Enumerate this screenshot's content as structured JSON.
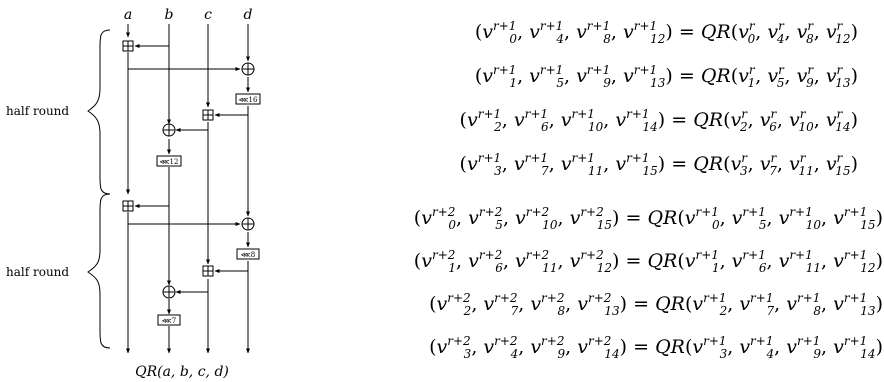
{
  "diagram": {
    "columns": [
      "a",
      "b",
      "c",
      "d"
    ],
    "side_label": "half round",
    "rotation_labels": [
      "⋘16",
      "⋘12",
      "⋘8",
      "⋘7"
    ],
    "caption": "QR(a, b, c, d)",
    "add_op_icon": "boxed-plus",
    "xor_op_icon": "circled-plus"
  },
  "equations": {
    "group1": [
      {
        "lhs": [
          [
            "0",
            "r+1"
          ],
          [
            "4",
            "r+1"
          ],
          [
            "8",
            "r+1"
          ],
          [
            "12",
            "r+1"
          ]
        ],
        "rhs": [
          [
            "0",
            "r"
          ],
          [
            "4",
            "r"
          ],
          [
            "8",
            "r"
          ],
          [
            "12",
            "r"
          ]
        ]
      },
      {
        "lhs": [
          [
            "1",
            "r+1"
          ],
          [
            "5",
            "r+1"
          ],
          [
            "9",
            "r+1"
          ],
          [
            "13",
            "r+1"
          ]
        ],
        "rhs": [
          [
            "1",
            "r"
          ],
          [
            "5",
            "r"
          ],
          [
            "9",
            "r"
          ],
          [
            "13",
            "r"
          ]
        ]
      },
      {
        "lhs": [
          [
            "2",
            "r+1"
          ],
          [
            "6",
            "r+1"
          ],
          [
            "10",
            "r+1"
          ],
          [
            "14",
            "r+1"
          ]
        ],
        "rhs": [
          [
            "2",
            "r"
          ],
          [
            "6",
            "r"
          ],
          [
            "10",
            "r"
          ],
          [
            "14",
            "r"
          ]
        ]
      },
      {
        "lhs": [
          [
            "3",
            "r+1"
          ],
          [
            "7",
            "r+1"
          ],
          [
            "11",
            "r+1"
          ],
          [
            "15",
            "r+1"
          ]
        ],
        "rhs": [
          [
            "3",
            "r"
          ],
          [
            "7",
            "r"
          ],
          [
            "11",
            "r"
          ],
          [
            "15",
            "r"
          ]
        ]
      }
    ],
    "group2": [
      {
        "lhs": [
          [
            "0",
            "r+2"
          ],
          [
            "5",
            "r+2"
          ],
          [
            "10",
            "r+2"
          ],
          [
            "15",
            "r+2"
          ]
        ],
        "rhs": [
          [
            "0",
            "r+1"
          ],
          [
            "5",
            "r+1"
          ],
          [
            "10",
            "r+1"
          ],
          [
            "15",
            "r+1"
          ]
        ]
      },
      {
        "lhs": [
          [
            "1",
            "r+2"
          ],
          [
            "6",
            "r+2"
          ],
          [
            "11",
            "r+2"
          ],
          [
            "12",
            "r+2"
          ]
        ],
        "rhs": [
          [
            "1",
            "r+1"
          ],
          [
            "6",
            "r+1"
          ],
          [
            "11",
            "r+1"
          ],
          [
            "12",
            "r+1"
          ]
        ]
      },
      {
        "lhs": [
          [
            "2",
            "r+2"
          ],
          [
            "7",
            "r+2"
          ],
          [
            "8",
            "r+2"
          ],
          [
            "13",
            "r+2"
          ]
        ],
        "rhs": [
          [
            "2",
            "r+1"
          ],
          [
            "7",
            "r+1"
          ],
          [
            "8",
            "r+1"
          ],
          [
            "13",
            "r+1"
          ]
        ]
      },
      {
        "lhs": [
          [
            "3",
            "r+2"
          ],
          [
            "4",
            "r+2"
          ],
          [
            "9",
            "r+2"
          ],
          [
            "14",
            "r+2"
          ]
        ],
        "rhs": [
          [
            "3",
            "r+1"
          ],
          [
            "4",
            "r+1"
          ],
          [
            "9",
            "r+1"
          ],
          [
            "14",
            "r+1"
          ]
        ]
      }
    ],
    "var_symbol": "v",
    "function_name": "QR",
    "equals": "="
  }
}
